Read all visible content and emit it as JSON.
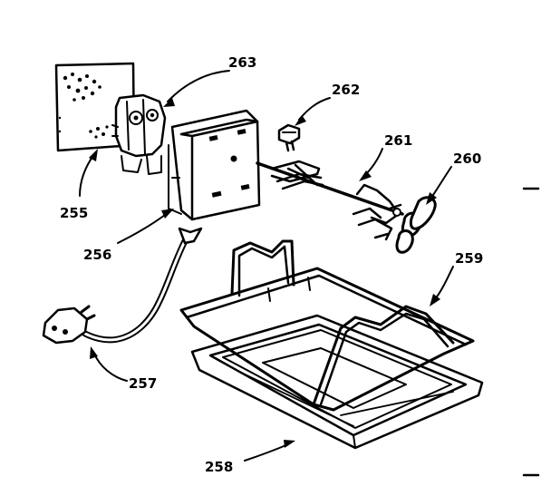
{
  "labels": {
    "p255": "255",
    "p256": "256",
    "p257": "257",
    "p258": "258",
    "p259": "259",
    "p260": "260",
    "p261": "261",
    "p262": "262",
    "p263": "263"
  },
  "colors": {
    "ink": "#000000",
    "background": "#ffffff"
  }
}
